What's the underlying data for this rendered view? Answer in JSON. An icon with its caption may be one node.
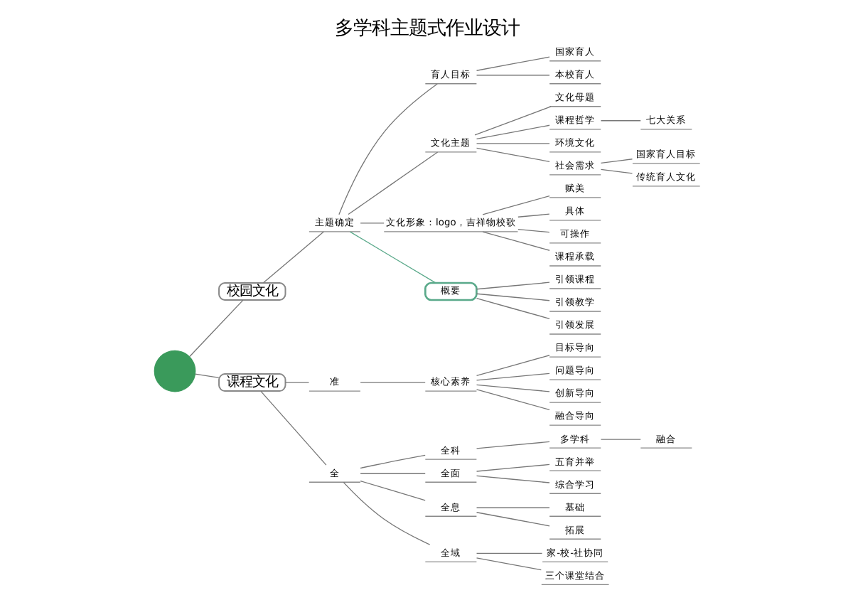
{
  "diagram": {
    "title": "多学科主题式作业设计",
    "nodes": [
      {
        "text": [],
        "shape": "circle"
      },
      {
        "text": [
          "校园文化"
        ]
      },
      {
        "text": [
          "主题确定"
        ]
      },
      {
        "text": [
          "育人目标"
        ]
      },
      {
        "text": [
          "国家育人"
        ]
      },
      {
        "text": [
          "本校育人"
        ]
      },
      {
        "text": [
          "文化主题"
        ]
      },
      {
        "text": [
          "文化母题"
        ]
      },
      {
        "text": [
          "课程哲学"
        ]
      },
      {
        "text": [
          "七大关系"
        ]
      },
      {
        "text": [
          "环境文化"
        ]
      },
      {
        "text": [
          "社会需求"
        ]
      },
      {
        "text": [
          "国家育人目标"
        ]
      },
      {
        "text": [
          "传统育人文化"
        ]
      },
      {
        "text": [
          "文化形象：logo，吉祥物校歌"
        ]
      },
      {
        "text": [
          "赋美"
        ]
      },
      {
        "text": [
          "具体"
        ]
      },
      {
        "text": [
          "可操作"
        ]
      },
      {
        "text": [
          "课程承载"
        ]
      },
      {
        "text": [
          "概要"
        ]
      },
      {
        "text": [
          "引领课程"
        ]
      },
      {
        "text": [
          "引领教学"
        ]
      },
      {
        "text": [
          "引领发展"
        ]
      },
      {
        "text": [
          "课程文化"
        ]
      },
      {
        "text": [
          "准"
        ]
      },
      {
        "text": [
          "核心素养"
        ]
      },
      {
        "text": [
          "目标导向"
        ]
      },
      {
        "text": [
          "问题导向"
        ]
      },
      {
        "text": [
          "创新导向"
        ]
      },
      {
        "text": [
          "融合导向"
        ]
      },
      {
        "text": [
          "全"
        ]
      },
      {
        "text": [
          "全科"
        ]
      },
      {
        "text": [
          "多学科"
        ]
      },
      {
        "text": [
          "融合"
        ]
      },
      {
        "text": [
          "全面"
        ]
      },
      {
        "text": [
          "五育并举"
        ]
      },
      {
        "text": [
          "综合学习"
        ]
      },
      {
        "text": [
          "全息"
        ]
      },
      {
        "text": [
          "基础"
        ]
      },
      {
        "text": [
          "拓展"
        ]
      },
      {
        "text": [
          "全域"
        ]
      },
      {
        "text": [
          "家-校-社协同"
        ]
      },
      {
        "text": [
          "三个课堂结合"
        ]
      }
    ],
    "edges": [
      {
        "from": 0,
        "to": 1,
        "arrow": "none"
      },
      {
        "from": 0,
        "to": 23,
        "arrow": "none"
      },
      {
        "from": 1,
        "to": 2,
        "arrow": "none"
      },
      {
        "from": 2,
        "to": 3,
        "arrow": "none"
      },
      {
        "from": 2,
        "to": 6,
        "arrow": "none"
      },
      {
        "from": 2,
        "to": 14,
        "arrow": "none"
      },
      {
        "from": 3,
        "to": 4,
        "arrow": "none"
      },
      {
        "from": 3,
        "to": 5,
        "arrow": "none"
      },
      {
        "from": 6,
        "to": 7,
        "arrow": "none"
      },
      {
        "from": 6,
        "to": 8,
        "arrow": "none"
      },
      {
        "from": 6,
        "to": 10,
        "arrow": "none"
      },
      {
        "from": 6,
        "to": 11,
        "arrow": "none"
      },
      {
        "from": 8,
        "to": 9,
        "arrow": "none"
      },
      {
        "from": 11,
        "to": 12,
        "arrow": "none"
      },
      {
        "from": 11,
        "to": 13,
        "arrow": "none"
      },
      {
        "from": 14,
        "to": 15,
        "arrow": "none"
      },
      {
        "from": 14,
        "to": 16,
        "arrow": "none"
      },
      {
        "from": 14,
        "to": 17,
        "arrow": "none"
      },
      {
        "from": 14,
        "to": 18,
        "arrow": "none"
      },
      {
        "from": 2,
        "to": 19,
        "arrow": "none",
        "color": "#5aa98a"
      },
      {
        "from": 19,
        "to": 20,
        "arrow": "none"
      },
      {
        "from": 19,
        "to": 21,
        "arrow": "none"
      },
      {
        "from": 19,
        "to": 22,
        "arrow": "none"
      },
      {
        "from": 23,
        "to": 24,
        "arrow": "none"
      },
      {
        "from": 23,
        "to": 30,
        "arrow": "none"
      },
      {
        "from": 24,
        "to": 25,
        "arrow": "none"
      },
      {
        "from": 25,
        "to": 26,
        "arrow": "none"
      },
      {
        "from": 25,
        "to": 27,
        "arrow": "none"
      },
      {
        "from": 25,
        "to": 28,
        "arrow": "none"
      },
      {
        "from": 25,
        "to": 29,
        "arrow": "none"
      },
      {
        "from": 30,
        "to": 31,
        "arrow": "none"
      },
      {
        "from": 30,
        "to": 34,
        "arrow": "none"
      },
      {
        "from": 30,
        "to": 37,
        "arrow": "none"
      },
      {
        "from": 30,
        "to": 40,
        "arrow": "none"
      },
      {
        "from": 31,
        "to": 32,
        "arrow": "none"
      },
      {
        "from": 32,
        "to": 33,
        "arrow": "none"
      },
      {
        "from": 34,
        "to": 35,
        "arrow": "none"
      },
      {
        "from": 34,
        "to": 36,
        "arrow": "none"
      },
      {
        "from": 37,
        "to": 38,
        "arrow": "none"
      },
      {
        "from": 37,
        "to": 39,
        "arrow": "none"
      },
      {
        "from": 40,
        "to": 41,
        "arrow": "none"
      },
      {
        "from": 40,
        "to": 42,
        "arrow": "none"
      }
    ]
  }
}
